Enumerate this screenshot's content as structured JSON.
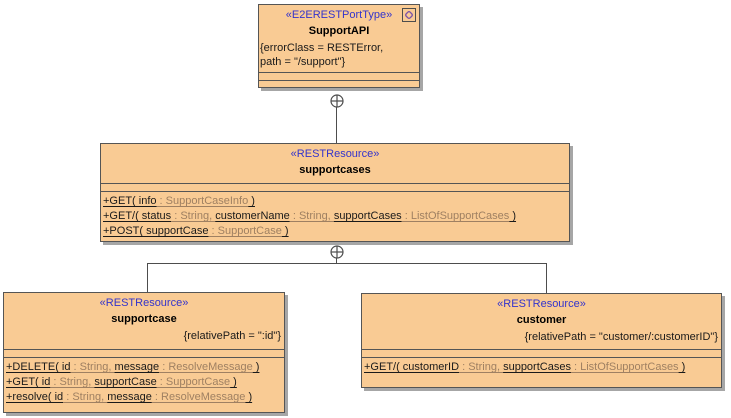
{
  "diagram": {
    "type": "uml-class-diagram",
    "containment_symbol": "circled-plus"
  },
  "colors": {
    "background": "#FFFFFF",
    "box_fill": "#F9CB94",
    "box_border": "#555555",
    "shadow": "#A6A6A6",
    "stereotype_text": "#3333CC",
    "name_text": "#000000",
    "op_name_text": "#1A1A1A",
    "op_type_text": "#9F8062",
    "prop_text": "#1A1A1A",
    "connector": "#4D4D4D"
  },
  "boxes": {
    "support_api": {
      "stereotype": "«E2ERESTPortType»",
      "name": "SupportAPI",
      "properties_line1": "{errorClass = RESTError,",
      "properties_line2": "path = \"/support\"}",
      "icon": "porttype-icon"
    },
    "supportcases": {
      "stereotype": "«RESTResource»",
      "name": "supportcases",
      "ops": [
        {
          "segs": [
            {
              "k": "name",
              "t": "+GET( info"
            },
            {
              "k": "type",
              "t": " : SupportCaseInfo"
            },
            {
              "k": "name",
              "t": " )"
            }
          ]
        },
        {
          "segs": [
            {
              "k": "name",
              "t": "+GET/( status"
            },
            {
              "k": "type",
              "t": " : String, "
            },
            {
              "k": "name",
              "t": "customerName"
            },
            {
              "k": "type",
              "t": " : String, "
            },
            {
              "k": "name",
              "t": "supportCases"
            },
            {
              "k": "type",
              "t": " : ListOfSupportCases"
            },
            {
              "k": "name",
              "t": " )"
            }
          ]
        },
        {
          "segs": [
            {
              "k": "name",
              "t": "+POST( supportCase"
            },
            {
              "k": "type",
              "t": " : SupportCase"
            },
            {
              "k": "name",
              "t": " )"
            }
          ]
        }
      ]
    },
    "supportcase": {
      "stereotype": "«RESTResource»",
      "name": "supportcase",
      "properties": "{relativePath = \":id\"}",
      "ops": [
        {
          "segs": [
            {
              "k": "name",
              "t": "+DELETE( id"
            },
            {
              "k": "type",
              "t": " : String, "
            },
            {
              "k": "name",
              "t": "message"
            },
            {
              "k": "type",
              "t": " : ResolveMessage"
            },
            {
              "k": "name",
              "t": " )"
            }
          ]
        },
        {
          "segs": [
            {
              "k": "name",
              "t": "+GET( id"
            },
            {
              "k": "type",
              "t": " : String, "
            },
            {
              "k": "name",
              "t": "supportCase"
            },
            {
              "k": "type",
              "t": " : SupportCase"
            },
            {
              "k": "name",
              "t": " )"
            }
          ]
        },
        {
          "segs": [
            {
              "k": "name",
              "t": "+resolve( id"
            },
            {
              "k": "type",
              "t": " : String, "
            },
            {
              "k": "name",
              "t": "message"
            },
            {
              "k": "type",
              "t": " : ResolveMessage"
            },
            {
              "k": "name",
              "t": " )"
            }
          ]
        }
      ]
    },
    "customer": {
      "stereotype": "«RESTResource»",
      "name": "customer",
      "properties": "{relativePath = \"customer/:customerID\"}",
      "ops": [
        {
          "segs": [
            {
              "k": "name",
              "t": "+GET/( customerID"
            },
            {
              "k": "type",
              "t": " : String, "
            },
            {
              "k": "name",
              "t": "supportCases"
            },
            {
              "k": "type",
              "t": " : ListOfSupportCases"
            },
            {
              "k": "name",
              "t": " )"
            }
          ]
        }
      ]
    }
  }
}
